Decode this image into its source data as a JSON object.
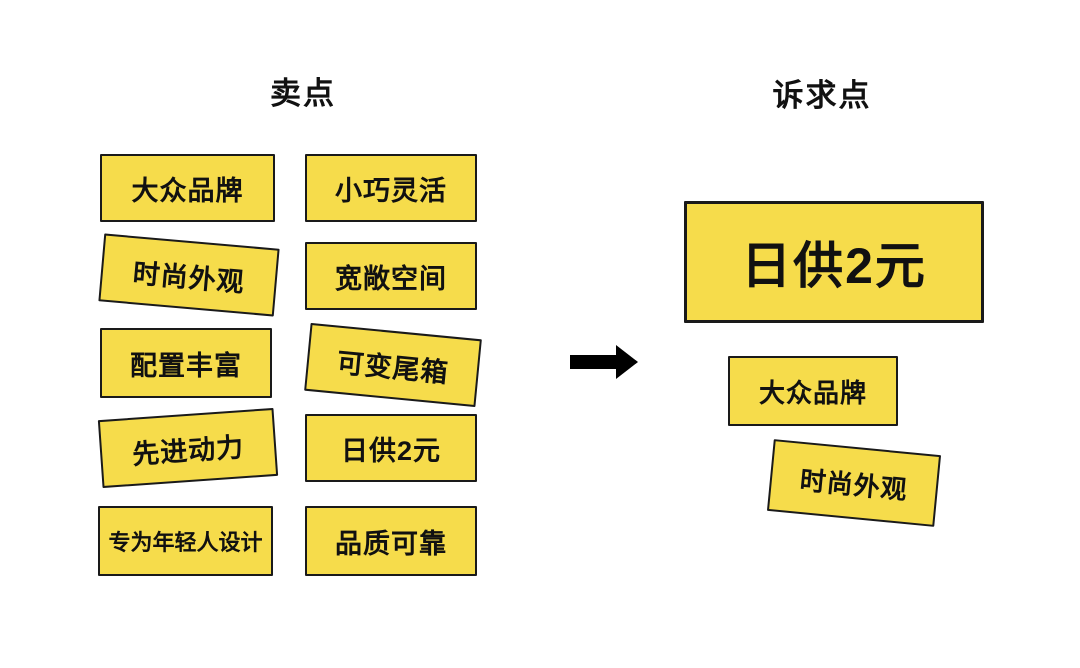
{
  "left": {
    "title": "卖点",
    "boxes": [
      "大众品牌",
      "时尚外观",
      "配置丰富",
      "先进动力",
      "专为年轻人设计",
      "小巧灵活",
      "宽敞空间",
      "可变尾箱",
      "日供2元",
      "品质可靠"
    ]
  },
  "right": {
    "title": "诉求点",
    "main_box": "日供2元",
    "sub_boxes": [
      "大众品牌",
      "时尚外观"
    ]
  },
  "icons": {
    "arrow": "right-arrow"
  },
  "colors": {
    "box_fill": "#F6DC4B",
    "box_border": "#1A1A1A",
    "text": "#111111",
    "background": "#FFFFFF"
  }
}
